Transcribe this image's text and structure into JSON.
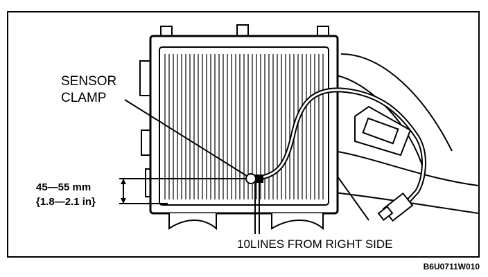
{
  "labels": {
    "sensor_clamp_line1": "SENSOR",
    "sensor_clamp_line2": "CLAMP",
    "dimension_mm": "45—55 mm",
    "dimension_in": "{1.8—2.1 in}",
    "lines_from_right": "10LINES FROM RIGHT SIDE"
  },
  "figure_code": "B6U0711W010",
  "colors": {
    "ink": "#000000",
    "paper": "#ffffff"
  }
}
